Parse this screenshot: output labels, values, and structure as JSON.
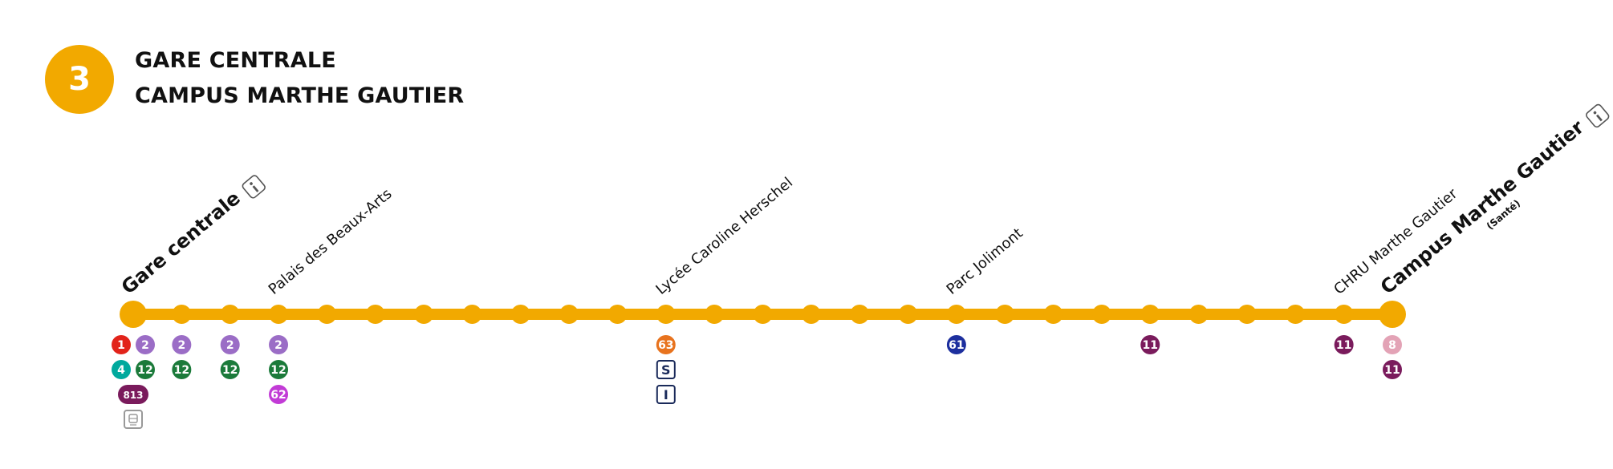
{
  "line": {
    "number": "3",
    "color": "#f2a900",
    "destinations": [
      "GARE CENTRALE",
      "CAMPUS MARTHE GAUTIER"
    ]
  },
  "stops": [
    {
      "name": "Gare centrale",
      "terminus": true,
      "info": true,
      "connections": [
        [
          {
            "label": "1",
            "color": "#e2231a"
          },
          {
            "label": "2",
            "color": "#9b6dc6"
          }
        ],
        [
          {
            "label": "4",
            "color": "#00a99d"
          },
          {
            "label": "12",
            "color": "#1b7a3a"
          }
        ],
        [
          {
            "label": "813",
            "color": "#7a1b5c",
            "wide": true
          }
        ],
        [
          {
            "label": "train",
            "outline": "#999999",
            "icon": "train-icon"
          }
        ]
      ]
    },
    {
      "name": "",
      "connections": [
        [
          {
            "label": "2",
            "color": "#9b6dc6"
          }
        ],
        [
          {
            "label": "12",
            "color": "#1b7a3a"
          }
        ]
      ]
    },
    {
      "name": "",
      "connections": [
        [
          {
            "label": "2",
            "color": "#9b6dc6"
          }
        ],
        [
          {
            "label": "12",
            "color": "#1b7a3a"
          }
        ]
      ]
    },
    {
      "name": "Palais des Beaux-Arts",
      "connections": [
        [
          {
            "label": "2",
            "color": "#9b6dc6"
          }
        ],
        [
          {
            "label": "12",
            "color": "#1b7a3a"
          }
        ],
        [
          {
            "label": "62",
            "color": "#c23bd6"
          }
        ]
      ]
    },
    {
      "name": "",
      "connections": []
    },
    {
      "name": "",
      "connections": []
    },
    {
      "name": "",
      "connections": []
    },
    {
      "name": "",
      "connections": []
    },
    {
      "name": "",
      "connections": []
    },
    {
      "name": "",
      "connections": []
    },
    {
      "name": "",
      "connections": []
    },
    {
      "name": "Lycée Caroline Herschel",
      "connections": [
        [
          {
            "label": "63",
            "color": "#e8731e"
          }
        ],
        [
          {
            "label": "S",
            "outline": "#1a2a5a"
          }
        ],
        [
          {
            "label": "I",
            "outline": "#1a2a5a"
          }
        ]
      ]
    },
    {
      "name": "",
      "connections": []
    },
    {
      "name": "",
      "connections": []
    },
    {
      "name": "",
      "connections": []
    },
    {
      "name": "",
      "connections": []
    },
    {
      "name": "",
      "connections": []
    },
    {
      "name": "Parc Jolimont",
      "connections": [
        [
          {
            "label": "61",
            "color": "#1d2f9e"
          }
        ]
      ]
    },
    {
      "name": "",
      "connections": []
    },
    {
      "name": "",
      "connections": []
    },
    {
      "name": "",
      "connections": []
    },
    {
      "name": "",
      "connections": [
        [
          {
            "label": "11",
            "color": "#7a1b5c"
          }
        ]
      ]
    },
    {
      "name": "",
      "connections": []
    },
    {
      "name": "",
      "connections": []
    },
    {
      "name": "",
      "connections": []
    },
    {
      "name": "CHRU Marthe Gautier",
      "connections": [
        [
          {
            "label": "11",
            "color": "#7a1b5c"
          }
        ]
      ]
    },
    {
      "name": "Campus Marthe Gautier",
      "sub": "(Santé)",
      "terminus": true,
      "info": true,
      "connections": [
        [
          {
            "label": "8",
            "color": "#e3a3b6"
          }
        ],
        [
          {
            "label": "11",
            "color": "#7a1b5c"
          }
        ]
      ]
    }
  ]
}
